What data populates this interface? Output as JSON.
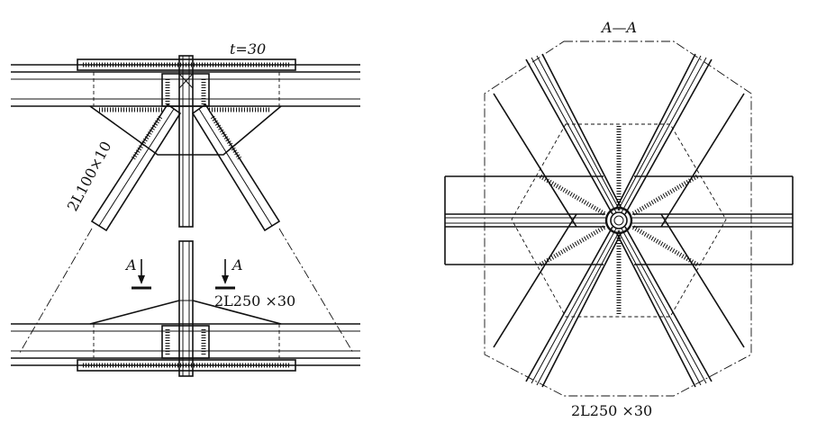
{
  "labels": {
    "plate_thickness": "t=30",
    "brace_angle": "2L100×10",
    "section_marker_left": "A",
    "section_marker_right": "A",
    "chord_angle_left": "2L250 ×30",
    "section_title": "A—A",
    "chord_angle_right": "2L250 ×30"
  }
}
